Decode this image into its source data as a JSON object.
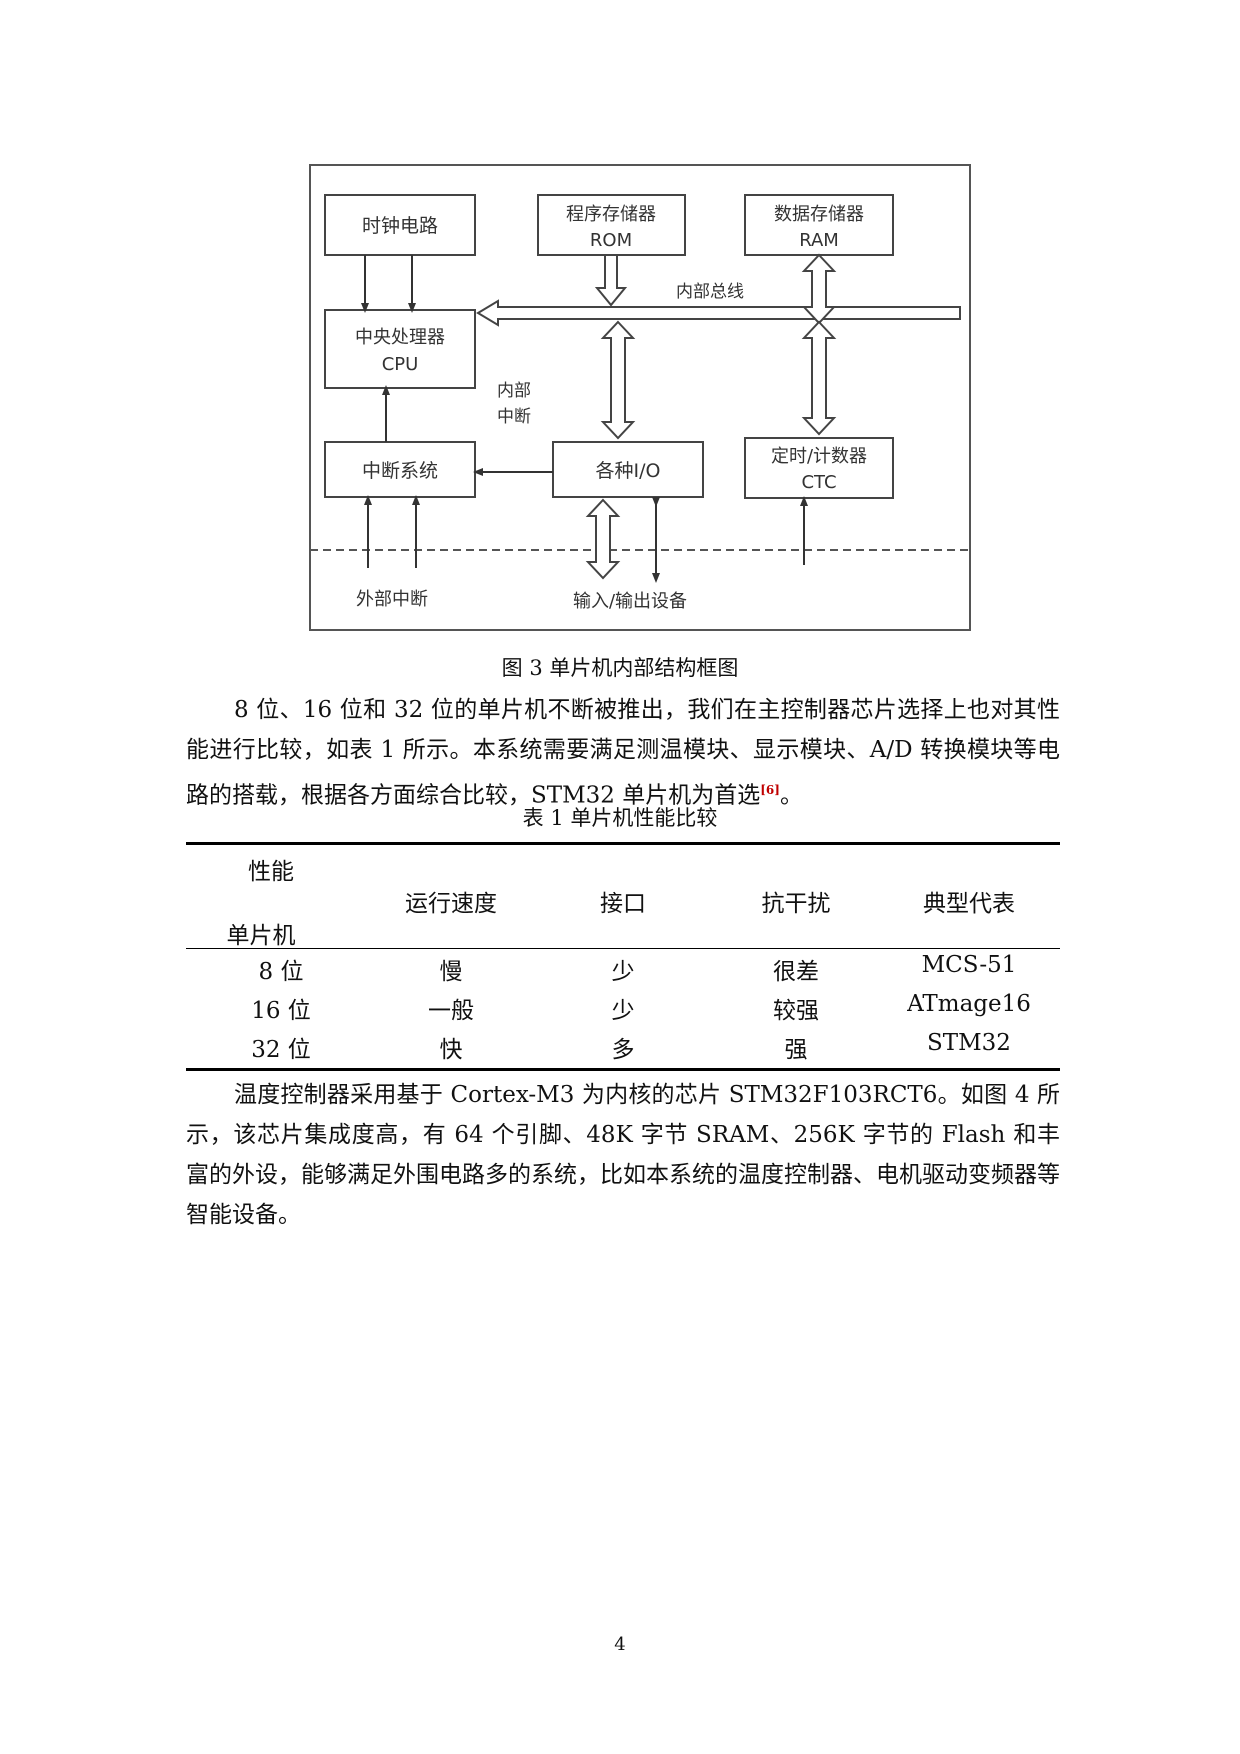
{
  "diagram": {
    "blocks": {
      "clock": "时钟电路",
      "rom_line1": "程序存储器",
      "rom_line2": "ROM",
      "ram_line1": "数据存储器",
      "ram_line2": "RAM",
      "cpu_line1": "中央处理器",
      "cpu_line2": "CPU",
      "interrupt": "中断系统",
      "io": "各种I/O",
      "ctc_line1": "定时/计数器",
      "ctc_line2": "CTC"
    },
    "labels": {
      "bus": "内部总线",
      "internal_irq_line1": "内部",
      "internal_irq_line2": "中断",
      "external_irq": "外部中断",
      "io_devices": "输入/输出设备"
    }
  },
  "figure_caption": "图 3 单片机内部结构框图",
  "paragraph1": {
    "text": "8 位、16 位和 32 位的单片机不断被推出，我们在主控制器芯片选择上也对其性能进行比较，如表 1 所示。本系统需要满足测温模块、显示模块、A/D 转换模块等电路的搭载，根据各方面综合比较，STM32 单片机为首选",
    "citation": "[6]",
    "tail": "。"
  },
  "table_caption": "表 1 单片机性能比较",
  "table": {
    "corner_top": "性能",
    "corner_bottom": "单片机",
    "headers": [
      "运行速度",
      "接口",
      "抗干扰",
      "典型代表"
    ],
    "rows": [
      [
        "8 位",
        "慢",
        "少",
        "很差",
        "MCS-51"
      ],
      [
        "16 位",
        "一般",
        "少",
        "较强",
        "ATmage16"
      ],
      [
        "32 位",
        "快",
        "多",
        "强",
        "STM32"
      ]
    ]
  },
  "paragraph2": "温度控制器采用基于 Cortex-M3 为内核的芯片 STM32F103RCT6。如图 4 所示，该芯片集成度高，有 64 个引脚、48K 字节 SRAM、256K 字节的 Flash 和丰富的外设，能够满足外围电路多的系统，比如本系统的温度控制器、电机驱动变频器等智能设备。",
  "page_number": "4"
}
